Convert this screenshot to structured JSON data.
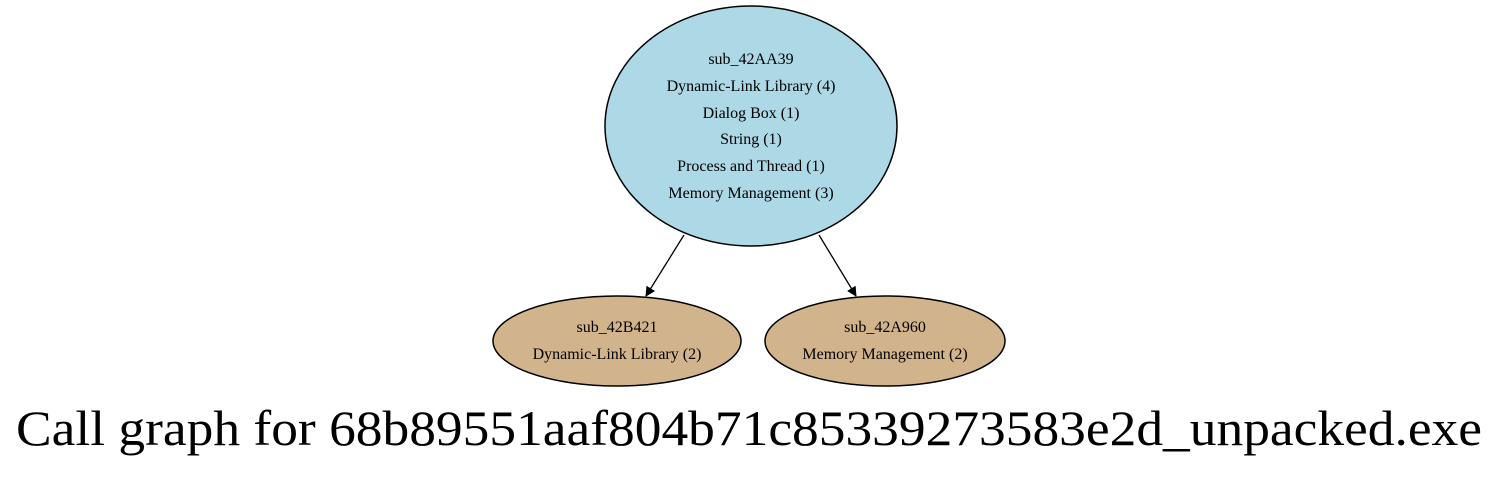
{
  "graph": {
    "title": "Call graph for 68b89551aaf804b71c85339273583e2d_unpacked.exe",
    "colors": {
      "root_fill": "#add8e6",
      "child_fill": "#d2b48c",
      "stroke": "#000000"
    },
    "nodes": {
      "root": {
        "lines": [
          "sub_42AA39",
          "Dynamic-Link Library (4)",
          "Dialog Box (1)",
          "String (1)",
          "Process and Thread (1)",
          "Memory Management (3)"
        ]
      },
      "left": {
        "lines": [
          "sub_42B421",
          "Dynamic-Link Library (2)"
        ]
      },
      "right": {
        "lines": [
          "sub_42A960",
          "Memory Management (2)"
        ]
      }
    },
    "edges": [
      {
        "from": "sub_42AA39",
        "to": "sub_42B421"
      },
      {
        "from": "sub_42AA39",
        "to": "sub_42A960"
      }
    ]
  }
}
